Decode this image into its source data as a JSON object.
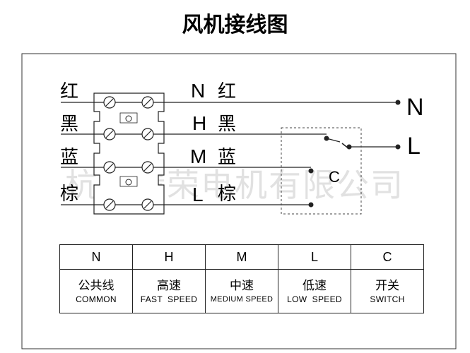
{
  "title": "风机接线图",
  "watermark": "杭州精荣电机有限公司",
  "left_wire_labels": [
    "红",
    "黑",
    "蓝",
    "棕"
  ],
  "mid_letters": [
    "N",
    "H",
    "M",
    "L"
  ],
  "mid_colors": [
    "红",
    "黑",
    "蓝",
    "棕"
  ],
  "right_terminals": [
    "N",
    "L"
  ],
  "switch_label": "C",
  "legend": [
    {
      "code": "N",
      "cn": "公共线",
      "en": "COMMON"
    },
    {
      "code": "H",
      "cn": "高速",
      "en": "FAST  SPEED"
    },
    {
      "code": "M",
      "cn": "中速",
      "en": "MEDIUM SPEED"
    },
    {
      "code": "L",
      "cn": "低速",
      "en": "LOW  SPEED"
    },
    {
      "code": "C",
      "cn": "开关",
      "en": "SWITCH"
    }
  ]
}
